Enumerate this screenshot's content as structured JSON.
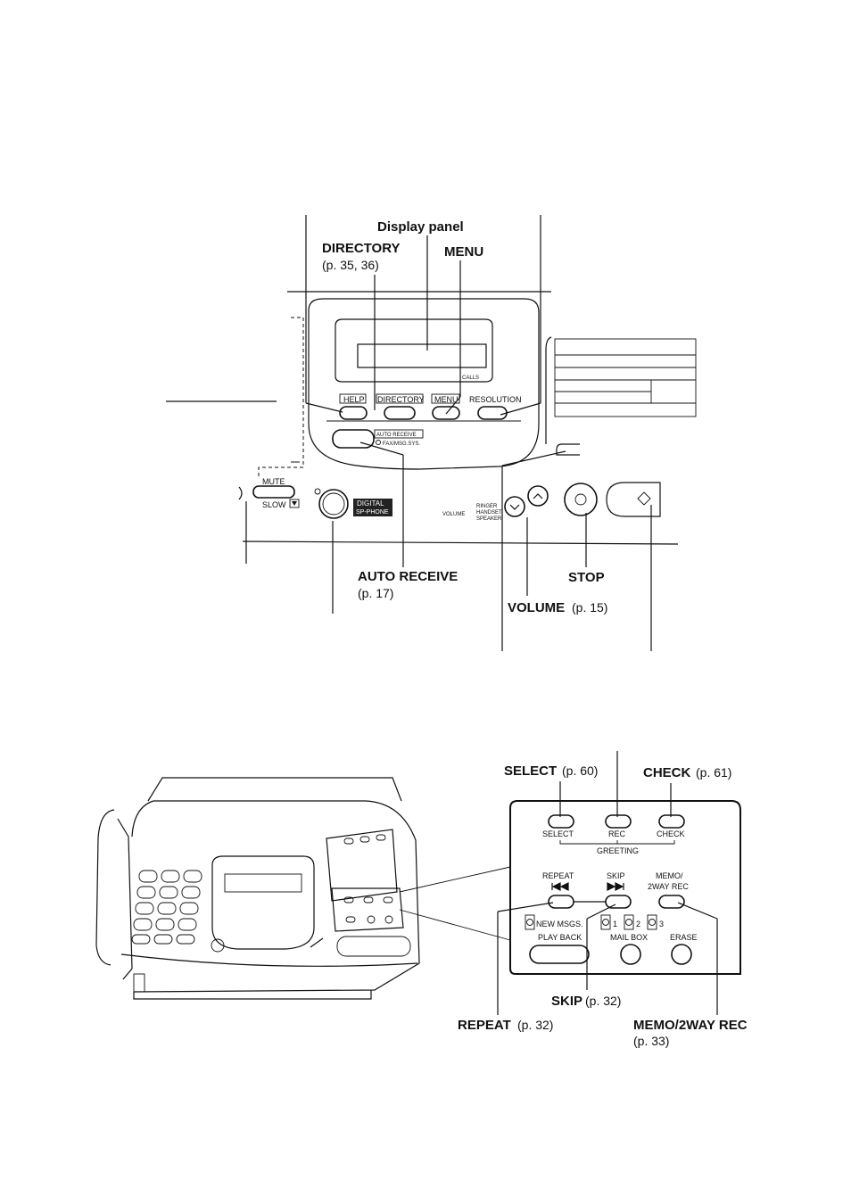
{
  "top_diagram": {
    "callouts": {
      "display_panel": "Display panel",
      "directory": "DIRECTORY",
      "directory_page": "(p. 35, 36)",
      "menu": "MENU",
      "auto_receive": "AUTO RECEIVE",
      "auto_receive_page": "(p. 17)",
      "stop": "STOP",
      "volume": "VOLUME",
      "volume_page": "(p. 15)"
    },
    "device": {
      "calls": "CALLS",
      "help": "HELP",
      "directory_key": "DIRECTORY",
      "menu_key": "MENU",
      "resolution": "RESOLUTION",
      "auto_receive_key": "AUTO RECEIVE",
      "fax_msg_sys": "FAX/MSG.SYS.",
      "mute": "MUTE",
      "slow": "SLOW",
      "digital": "DIGITAL",
      "sp_phone": "SP-PHONE",
      "volume_key": "VOLUME",
      "ringer": "RINGER",
      "handset": "HANDSET",
      "speaker": "SPEAKER"
    }
  },
  "bottom_diagram": {
    "callouts": {
      "select": "SELECT",
      "select_page": "(p. 60)",
      "check": "CHECK",
      "check_page": "(p. 61)",
      "skip": "SKIP",
      "skip_page": "(p. 32)",
      "repeat": "REPEAT",
      "repeat_page": "(p. 32)",
      "memo": "MEMO/2WAY REC",
      "memo_page": "(p. 33)"
    },
    "panel": {
      "select": "SELECT",
      "rec": "REC",
      "check": "CHECK",
      "greeting": "GREETING",
      "repeat": "REPEAT",
      "skip": "SKIP",
      "memo_line1": "MEMO/",
      "memo_line2": "2WAY REC",
      "new_msgs": "NEW MSGS.",
      "mb1": "1",
      "mb2": "2",
      "mb3": "3",
      "play_back": "PLAY BACK",
      "mail_box": "MAIL BOX",
      "erase": "ERASE"
    }
  }
}
